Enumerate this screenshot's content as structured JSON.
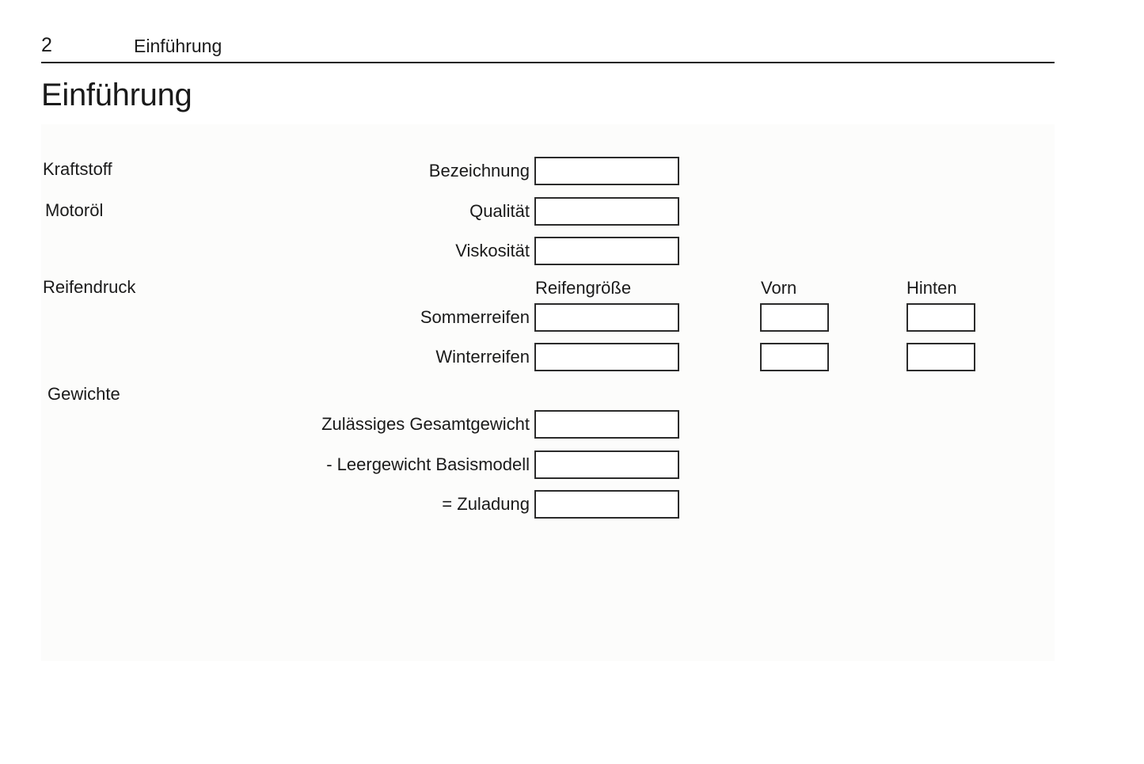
{
  "header": {
    "page_number": "2",
    "chapter": "Einführung"
  },
  "title": "Einführung",
  "form": {
    "sections": [
      {
        "key": "fuel",
        "label": "Kraftstoff"
      },
      {
        "key": "oil",
        "label": "Motoröl"
      },
      {
        "key": "tyres",
        "label": "Reifendruck"
      },
      {
        "key": "weights",
        "label": "Gewichte"
      }
    ],
    "tyre_columns": {
      "size": "Reifengröße",
      "front": "Vorn",
      "rear": "Hinten"
    },
    "rows": [
      {
        "key": "bezeichnung",
        "caption": "Bezeichnung",
        "value": ""
      },
      {
        "key": "qualitaet",
        "caption": "Qualität",
        "value": ""
      },
      {
        "key": "viskositaet",
        "caption": "Viskosität",
        "value": ""
      },
      {
        "key": "sommer",
        "caption": "Sommerreifen",
        "value": "",
        "front": "",
        "rear": ""
      },
      {
        "key": "winter",
        "caption": "Winterreifen",
        "value": "",
        "front": "",
        "rear": ""
      },
      {
        "key": "gesamt",
        "caption": "Zulässiges Gesamtgewicht",
        "value": ""
      },
      {
        "key": "leer",
        "caption": "- Leergewicht Basismodell",
        "value": ""
      },
      {
        "key": "zuladung",
        "caption": "= Zuladung",
        "value": ""
      }
    ]
  },
  "colors": {
    "text": "#1a1a1a",
    "rule": "#1a1a1a",
    "field_border": "#2b2b2b",
    "panel_background": "#fcfcfb",
    "page_background": "#ffffff"
  }
}
